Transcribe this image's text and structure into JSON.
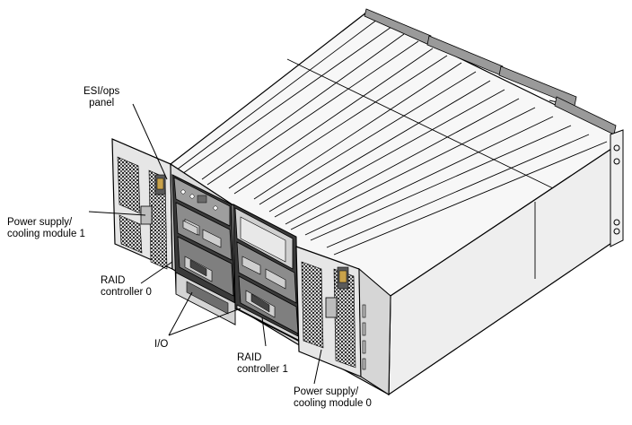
{
  "labels": {
    "esi_ops": [
      "ESI/ops",
      "panel"
    ],
    "psu1": [
      "Power supply/",
      "cooling module 1"
    ],
    "raid0": [
      "RAID",
      "controller 0"
    ],
    "io": "I/O",
    "raid1": [
      "RAID",
      "controller 1"
    ],
    "psu0": [
      "Power supply/",
      "cooling module 0"
    ]
  },
  "colors": {
    "line": "#000000",
    "face_light": "#f4f4f4",
    "face_mid": "#dcdcdc",
    "face_dark": "#b8b8b8",
    "module": "#8a8a8a",
    "module_dark": "#4a4a4a"
  }
}
